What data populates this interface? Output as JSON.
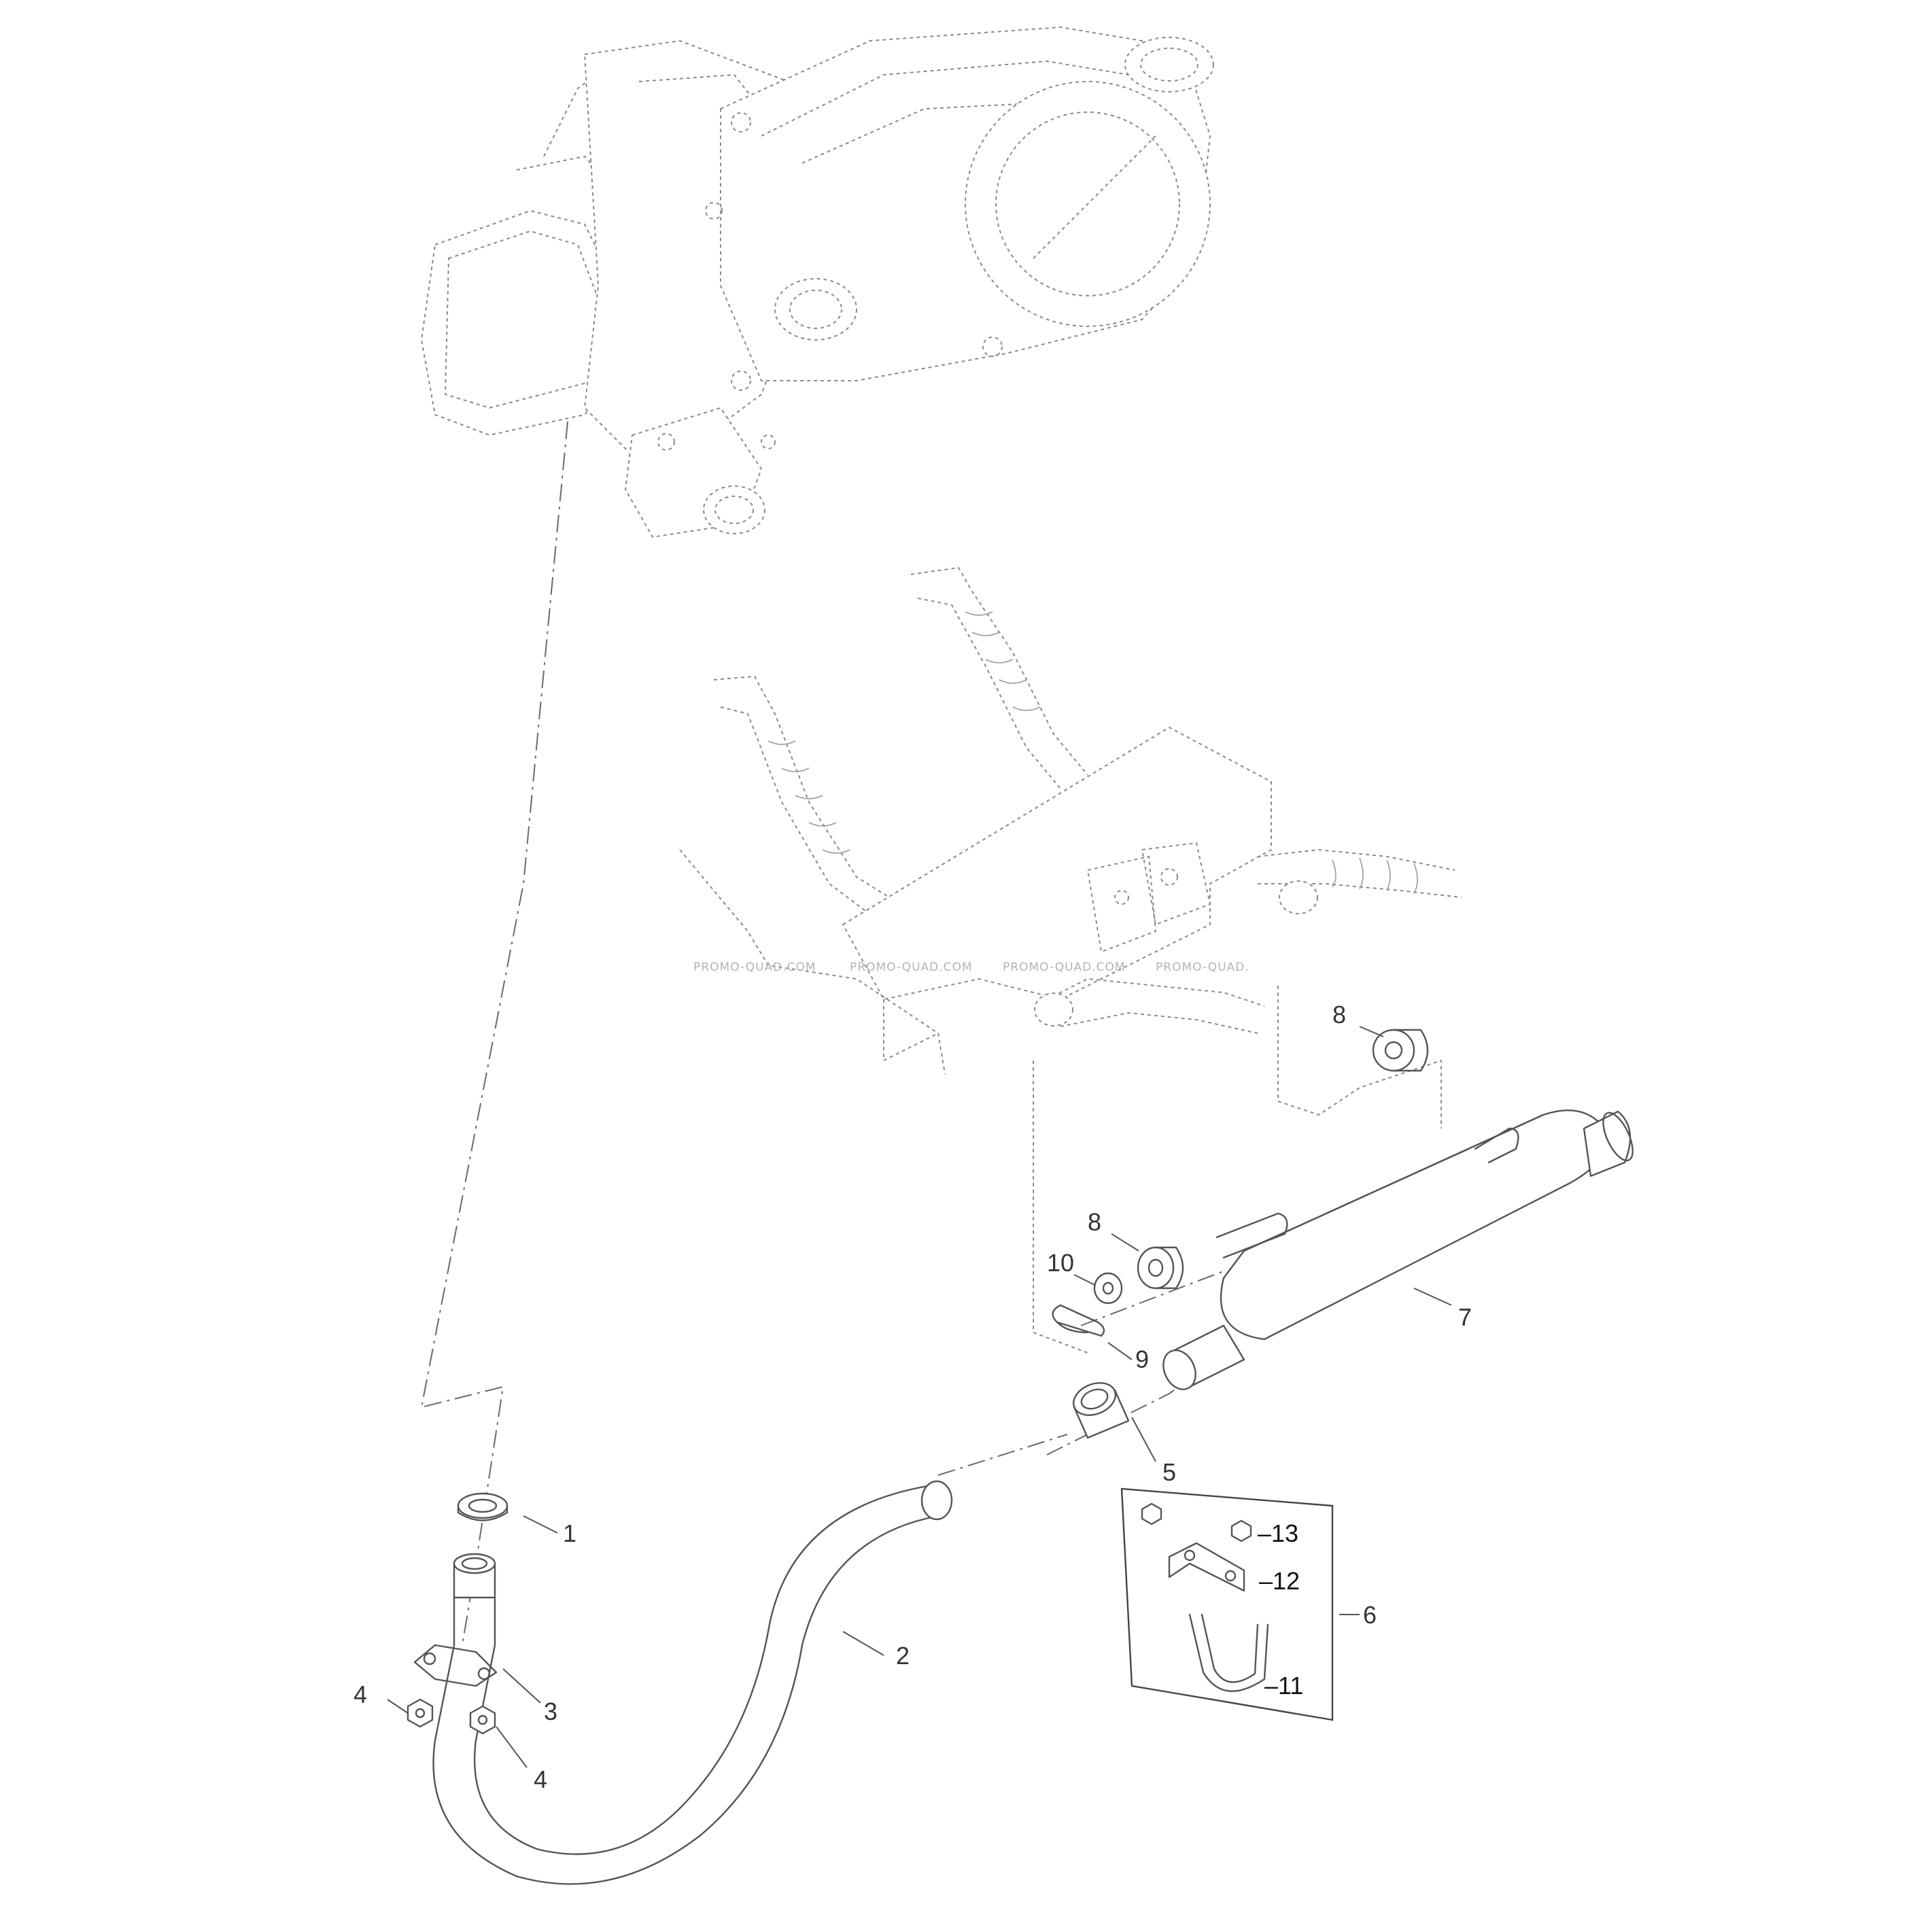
{
  "diagram": {
    "watermarks": [
      "PROMO-QUAD.COM",
      "PROMO-QUAD.COM",
      "PROMO-QUAD.COM",
      "PROMO-QUAD."
    ],
    "callouts": {
      "c1": "1",
      "c2": "2",
      "c3": "3",
      "c4a": "4",
      "c4b": "4",
      "c5": "5",
      "c6": "6",
      "c7": "7",
      "c8a": "8",
      "c8b": "8",
      "c9": "9",
      "c10": "10",
      "c11": "–11",
      "c12": "–12",
      "c13": "–13"
    },
    "parts": [
      "engine",
      "frame",
      "exhaust-gasket",
      "header-pipe",
      "pipe-flange",
      "flange-nut",
      "pipe-sleeve",
      "muffler",
      "rubber-mount",
      "mount-washer",
      "retaining-clip",
      "u-bolt-clamp-kit"
    ]
  }
}
